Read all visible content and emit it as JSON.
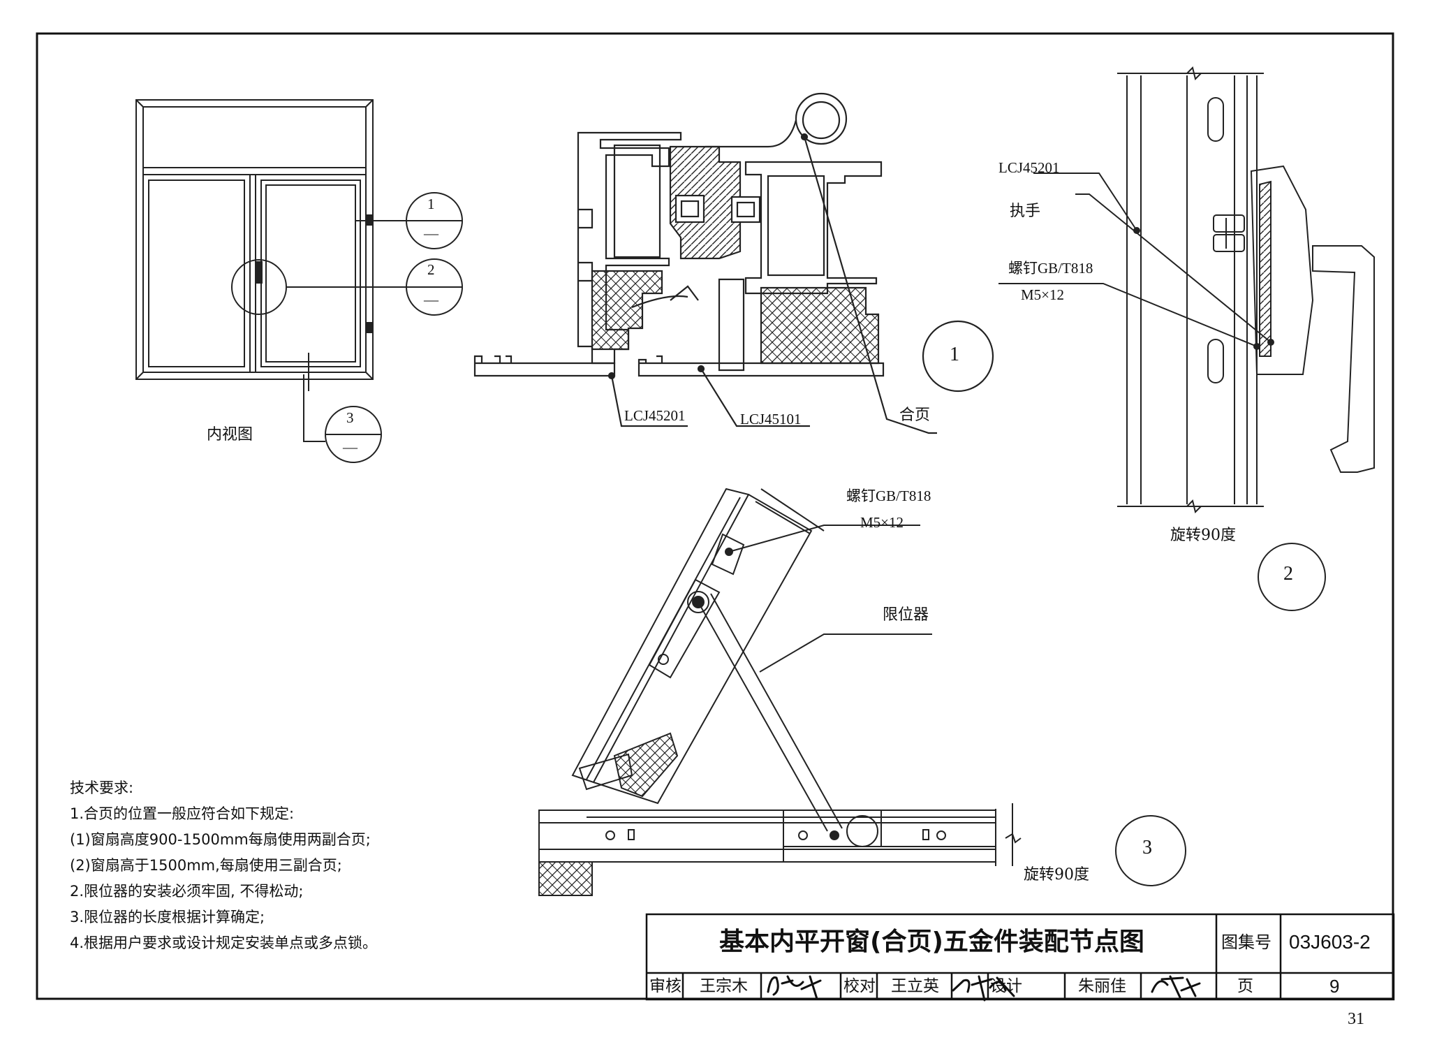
{
  "views": {
    "inner_view_label": "内视图",
    "detail_refs": [
      {
        "num": "1",
        "sub": "—"
      },
      {
        "num": "2",
        "sub": "—"
      },
      {
        "num": "3",
        "sub": "—"
      }
    ]
  },
  "detail1": {
    "number": "1",
    "labels": {
      "profile_a": "LCJ45201",
      "profile_b": "LCJ45101",
      "hinge": "合页"
    }
  },
  "detail2": {
    "number": "2",
    "labels": {
      "profile": "LCJ45201",
      "handle": "执手",
      "screw": "螺钉GB/T818",
      "screw_size": "M5×12"
    },
    "rotate_note": "旋转90度"
  },
  "detail3": {
    "number": "3",
    "labels": {
      "screw": "螺钉GB/T818",
      "screw_size": "M5×12",
      "limiter": "限位器"
    },
    "rotate_note": "旋转90度"
  },
  "notes": {
    "heading": "技术要求:",
    "items": [
      "1.合页的位置一般应符合如下规定:",
      "(1)窗扇高度900-1500mm每扇使用两副合页;",
      "(2)窗扇高于1500mm,每扇使用三副合页;",
      "2.限位器的安装必须牢固, 不得松动;",
      "3.限位器的长度根据计算确定;",
      "4.根据用户要求或设计规定安装单点或多点锁。"
    ]
  },
  "title_block": {
    "title": "基本内平开窗(合页)五金件装配节点图",
    "atlas_label": "图集号",
    "atlas_no": "03J603-2",
    "review_label": "审核",
    "reviewer": "王宗木",
    "check_label": "校对",
    "checker": "王立英",
    "design_label": "设计",
    "designer": "朱丽佳",
    "page_label": "页",
    "page_no": "9"
  },
  "sheet_page": "31"
}
